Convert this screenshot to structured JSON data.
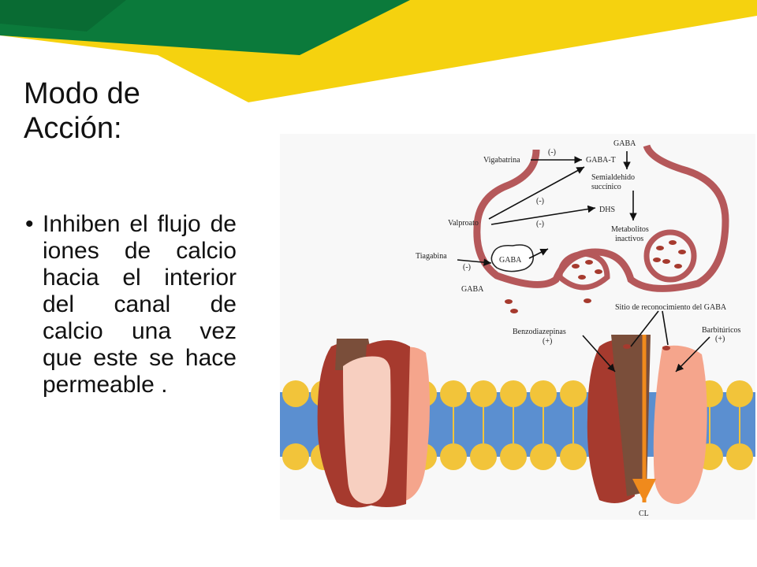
{
  "slide": {
    "title_lines": [
      "Modo de",
      "Acción:"
    ],
    "bullet": "Inhiben el flujo de iones de calcio hacia el interior del canal de calcio una vez que este se hace permeable .",
    "bullet_glyph": "•"
  },
  "colors": {
    "banner_green": "#0b7a3b",
    "banner_yellow": "#f5d20f",
    "membrane_blue": "#5b8fd0",
    "lipid_yellow": "#f2c43a",
    "neuron_outline": "#b5585a",
    "channel_dark": "#a63a2e",
    "channel_light": "#f5a58c",
    "channel_pale": "#f7cfc0",
    "chloride_arrow": "#f08a1c"
  },
  "figure": {
    "labels": {
      "gaba_top": "GABA",
      "vigabatrina": "Vigabatrina",
      "minus_1": "(-)",
      "gaba_t": "GABA-T",
      "semialdehido": "Semialdehido",
      "succinico": "succínico",
      "minus_2": "(-)",
      "dhs": "DHS",
      "valproato": "Valproato",
      "minus_3": "(-)",
      "metabolitos": "Metabolitos",
      "inactivos": "inactivos",
      "tiagabina": "Tiagabina",
      "gaba_box": "GABA",
      "minus_4": "(-)",
      "gaba_bottom": "GABA",
      "sitio": "Sitio de reconocimiento del GABA",
      "benzodiazepinas": "Benzodiazepinas",
      "plus_1": "(+)",
      "barbituricos": "Barbitúricos",
      "plus_2": "(+)",
      "cl": "CL"
    }
  }
}
